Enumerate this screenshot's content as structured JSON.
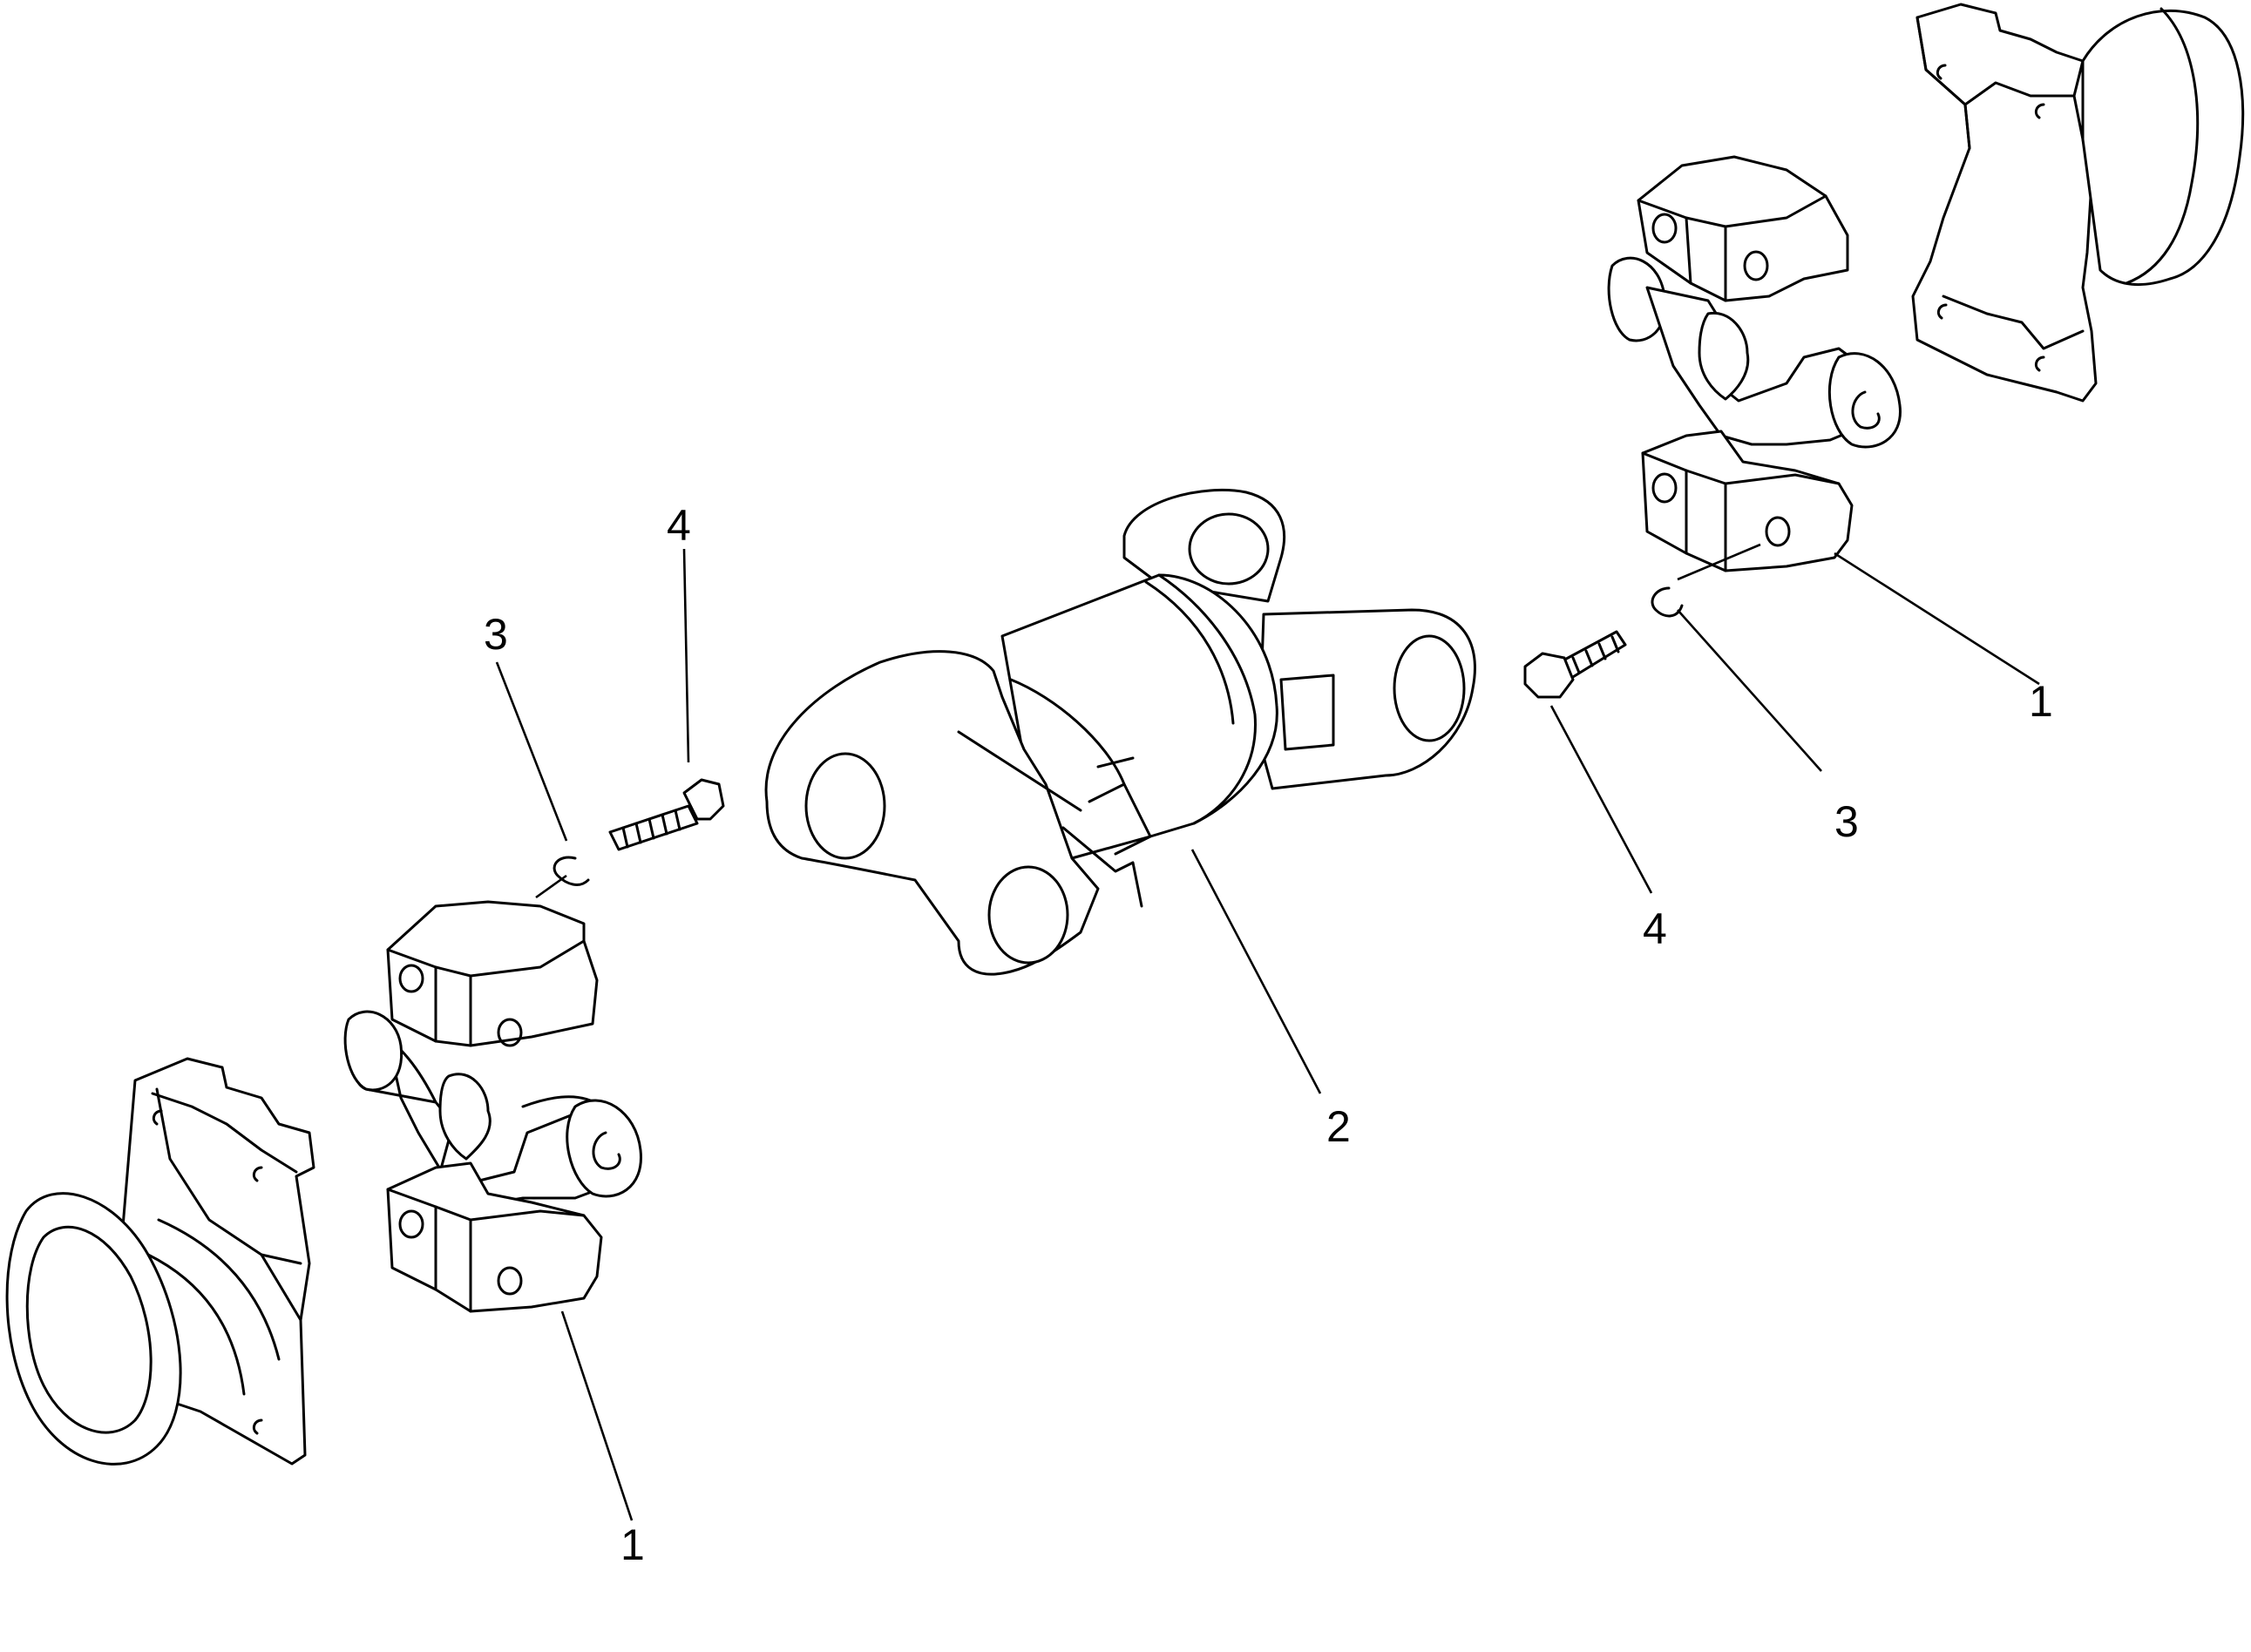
{
  "callouts": [
    {
      "id": "c1-left",
      "label": "1"
    },
    {
      "id": "c1-right",
      "label": "1"
    },
    {
      "id": "c2",
      "label": "2"
    },
    {
      "id": "c3-left",
      "label": "3"
    },
    {
      "id": "c3-right",
      "label": "3"
    },
    {
      "id": "c4-left",
      "label": "4"
    },
    {
      "id": "c4-right",
      "label": "4"
    }
  ],
  "line_color": "#000000",
  "background": "#ffffff"
}
